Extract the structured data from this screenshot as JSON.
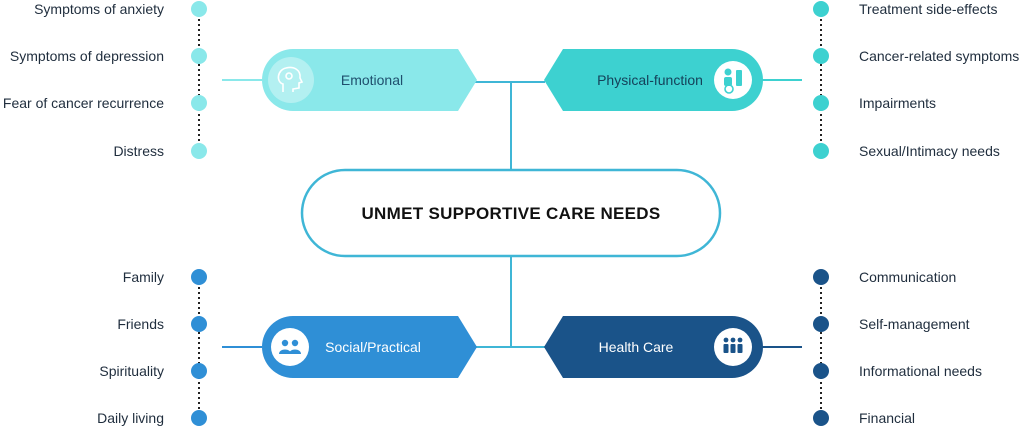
{
  "center": {
    "title": "UNMET SUPPORTIVE CARE NEEDS"
  },
  "colors": {
    "emotional": "#8ae8ea",
    "physical": "#3dd1d0",
    "social": "#2f8fd6",
    "healthcare": "#1a5389",
    "connector": "#3fb6d6"
  },
  "categories": {
    "emotional": {
      "label": "Emotional",
      "icon": "brain-head-icon",
      "items": [
        "Symptoms of anxiety",
        "Symptoms of depression",
        "Fear of cancer recurrence",
        "Distress"
      ]
    },
    "physical": {
      "label": "Physical-function",
      "icon": "person-wheelchair-icon",
      "items": [
        "Treatment side-effects",
        "Cancer-related symptoms",
        "Impairments",
        "Sexual/Intimacy needs"
      ]
    },
    "social": {
      "label": "Social/Practical",
      "icon": "people-group-icon",
      "items": [
        "Family",
        "Friends",
        "Spirituality",
        "Daily living"
      ]
    },
    "healthcare": {
      "label": "Health Care",
      "icon": "medical-staff-icon",
      "items": [
        "Communication",
        "Self-management",
        "Informational needs",
        "Financial"
      ]
    }
  }
}
